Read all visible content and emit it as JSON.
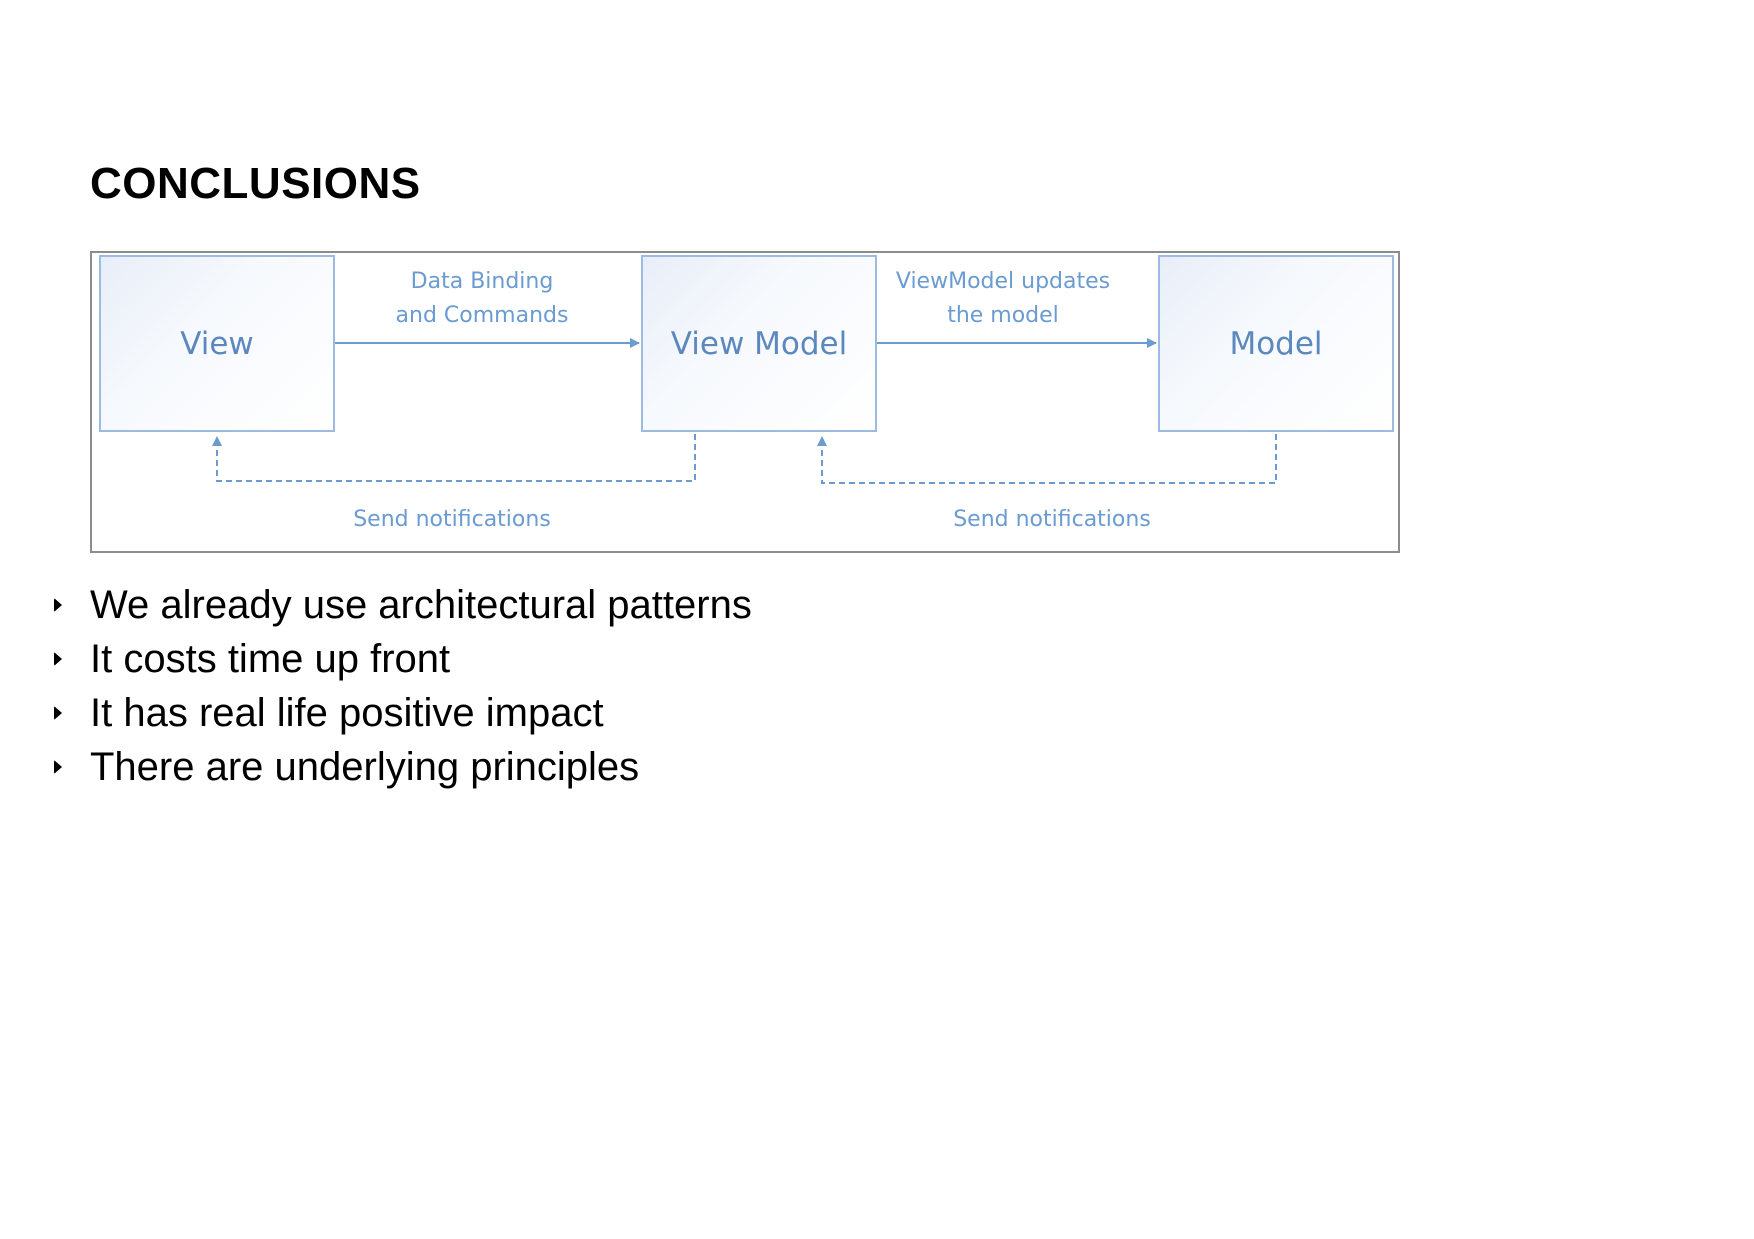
{
  "slide": {
    "title": "CONCLUSIONS"
  },
  "diagram": {
    "nodes": {
      "view": "View",
      "view_model": "View Model",
      "model": "Model"
    },
    "edges": {
      "binding_line1": "Data Binding",
      "binding_line2": "and Commands",
      "updates_line1": "ViewModel updates",
      "updates_line2": "the model",
      "notify_left": "Send notifications",
      "notify_right": "Send notifications"
    },
    "colors": {
      "box_border": "#9dbbe0",
      "text": "#5b88bd",
      "arrow": "#6a9bd1",
      "frame": "#8c8c8c"
    }
  },
  "bullets": [
    "We already use architectural patterns",
    "It costs time up front",
    "It has real life positive impact",
    "There are underlying principles"
  ]
}
